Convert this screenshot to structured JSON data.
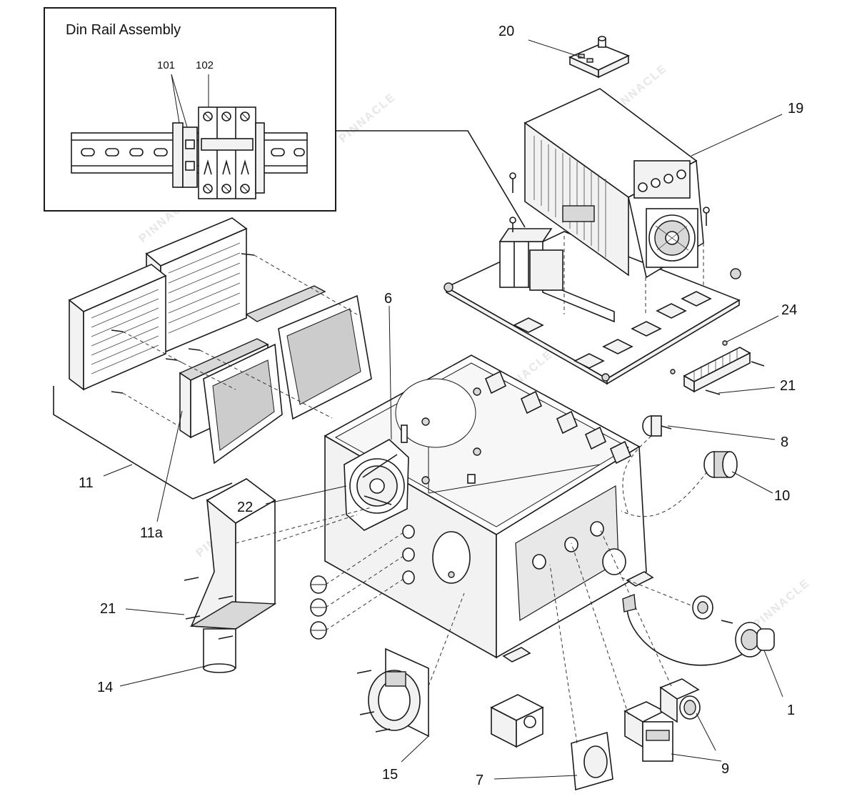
{
  "inset": {
    "title": "Din Rail Assembly",
    "labels": [
      "101",
      "102"
    ]
  },
  "callouts": {
    "c20": "20",
    "c19": "19",
    "c24": "24",
    "c21a": "21",
    "c6": "6",
    "c8": "8",
    "c10": "10",
    "c11": "11",
    "c11a": "11a",
    "c22": "22",
    "c21b": "21",
    "c14": "14",
    "c15": "15",
    "c7": "7",
    "c9": "9",
    "c1": "1"
  },
  "watermark": {
    "text": "PINNACLE"
  },
  "colors": {
    "line": "#1a1a1a",
    "fill": "#f2f2f2",
    "background": "#ffffff"
  }
}
